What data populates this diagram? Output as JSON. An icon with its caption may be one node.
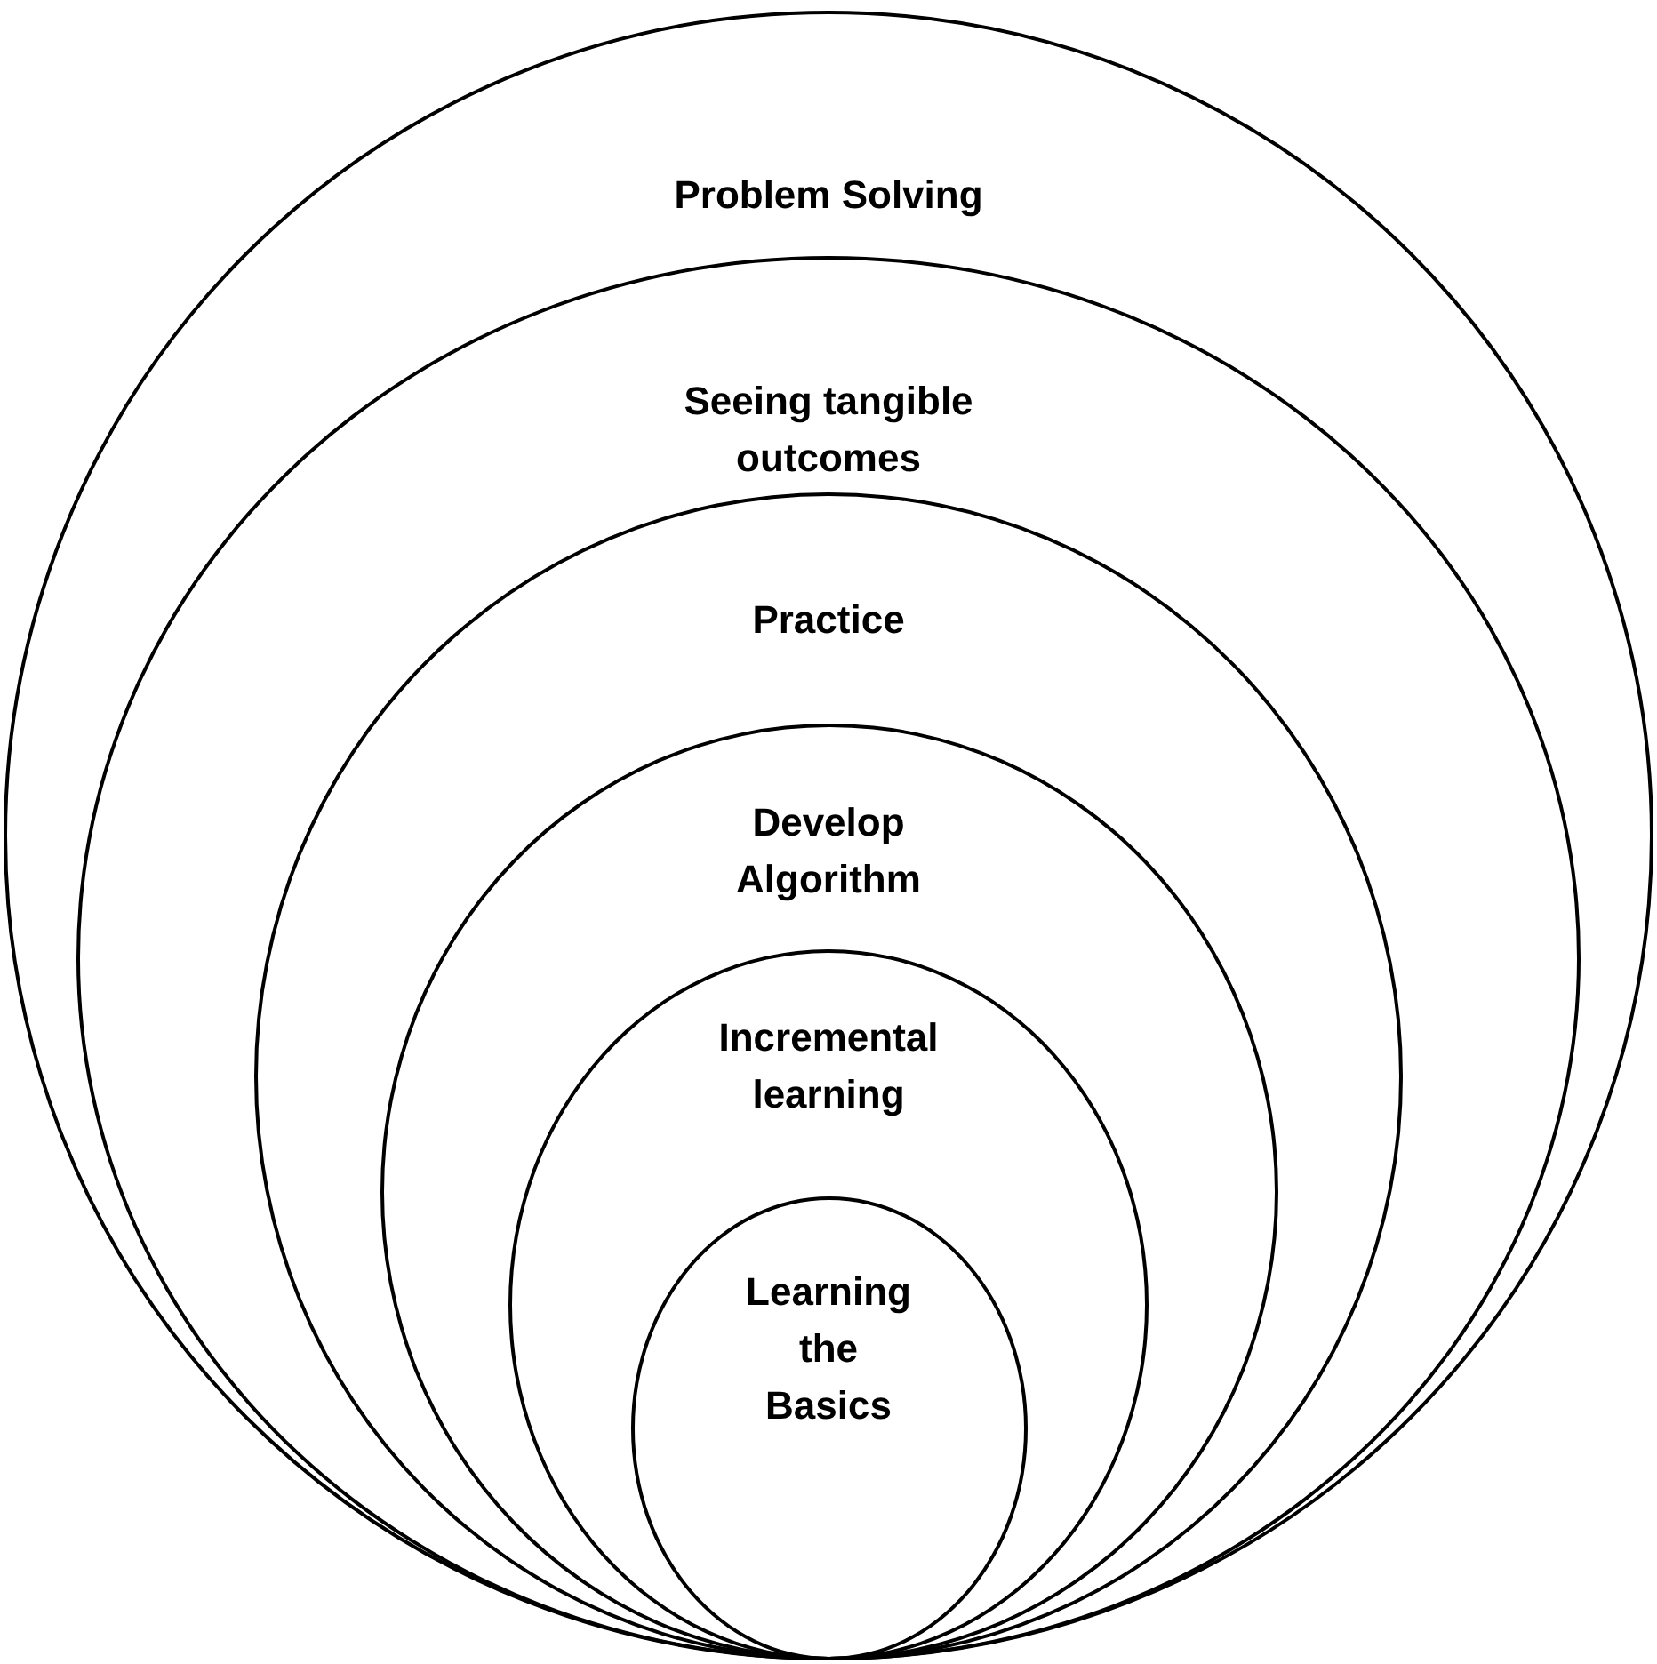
{
  "diagram": {
    "nodes": [
      {
        "text": [
          "Problem Solving"
        ]
      },
      {
        "text": [
          "Seeing tangible outcomes"
        ],
        "in": 0
      },
      {
        "text": [
          "Practice"
        ],
        "in": 1
      },
      {
        "text": [
          "Develop Algorithm"
        ],
        "in": 2
      },
      {
        "text": [
          "Incremental learning"
        ],
        "in": 3
      },
      {
        "text": [
          "Learning the Basics"
        ],
        "in": 4
      }
    ]
  }
}
